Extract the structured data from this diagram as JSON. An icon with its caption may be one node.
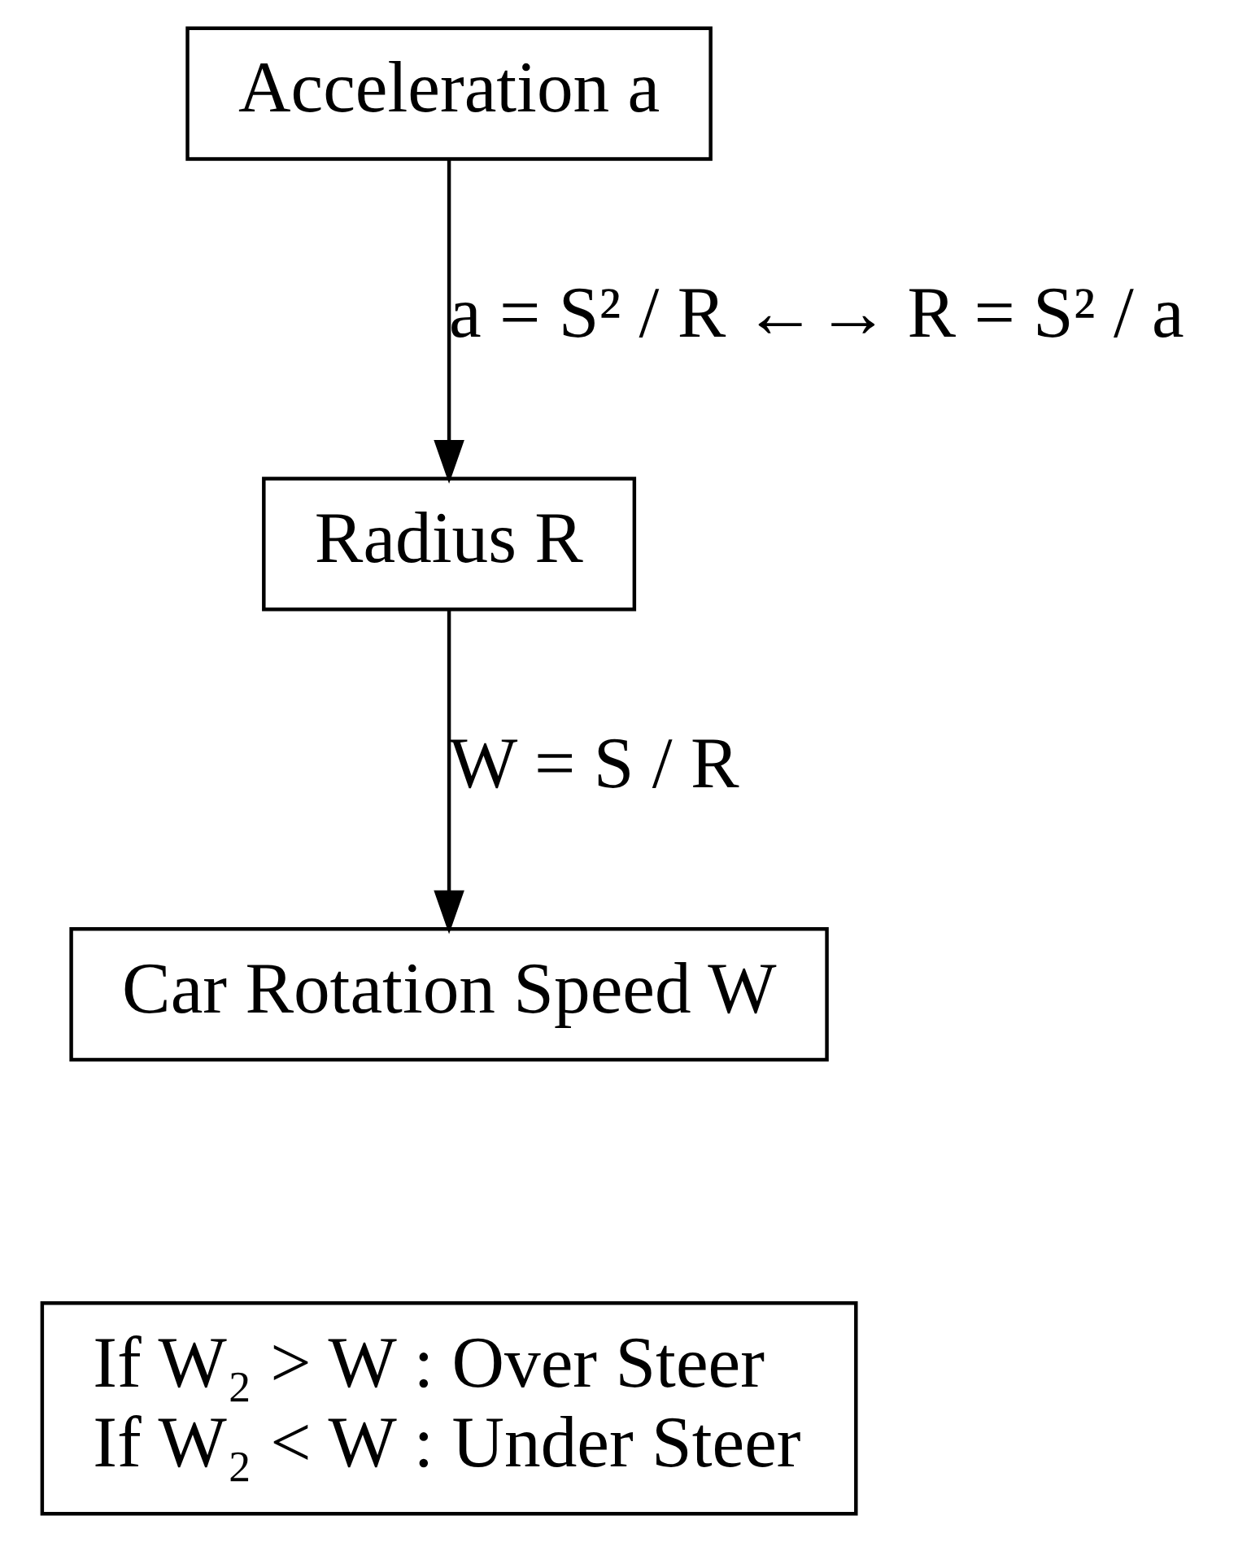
{
  "diagram": {
    "nodes": [
      {
        "text": [
          "Acceleration a"
        ]
      },
      {
        "text": [
          "Radius R"
        ]
      },
      {
        "text": [
          "Car Rotation Speed W"
        ]
      },
      {
        "text": [
          "If W₂ > W : Over Steer",
          "If W₂ < W : Under Steer"
        ]
      }
    ],
    "edges": [
      {
        "from": 0,
        "to": 1,
        "arrow": "to",
        "label": "a = S² / R ←→ R = S² / a"
      },
      {
        "from": 1,
        "to": 2,
        "arrow": "to",
        "label": "W = S / R"
      }
    ]
  }
}
